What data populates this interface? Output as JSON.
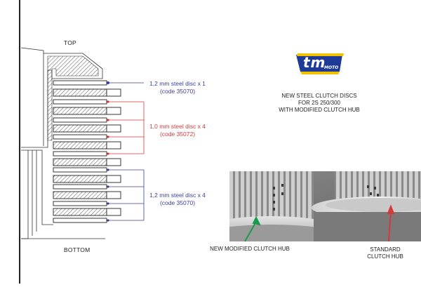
{
  "diagram": {
    "top_label": "TOP",
    "bottom_label": "BOTTOM",
    "annotations": [
      {
        "line1": "1,2 mm steel disc x 1",
        "line2": "(code 35070)",
        "color": "#3b3f98"
      },
      {
        "line1": "1,0 mm steel disc x 4",
        "line2": "(code 35072)",
        "color": "#d43a3a"
      },
      {
        "line1": "1,2 mm steel disc x 4",
        "line2": "(code 35070)",
        "color": "#3b3f98"
      }
    ]
  },
  "header": {
    "logo_text": "tm",
    "logo_subtext": "MOTO",
    "title_lines": [
      "NEW STEEL CLUTCH DISCS",
      "FOR 2S 250/300",
      "WITH MODIFIED CLUTCH HUB"
    ]
  },
  "photo": {
    "left_caption": "NEW MODIFIED CLUTCH HUB",
    "right_caption_lines": [
      "STANDARD",
      "CLUTCH HUB"
    ]
  },
  "colors": {
    "blue": "#3b3f98",
    "red": "#d43a3a",
    "green": "#1a9a4a",
    "logo_blue": "#1f3a96"
  }
}
